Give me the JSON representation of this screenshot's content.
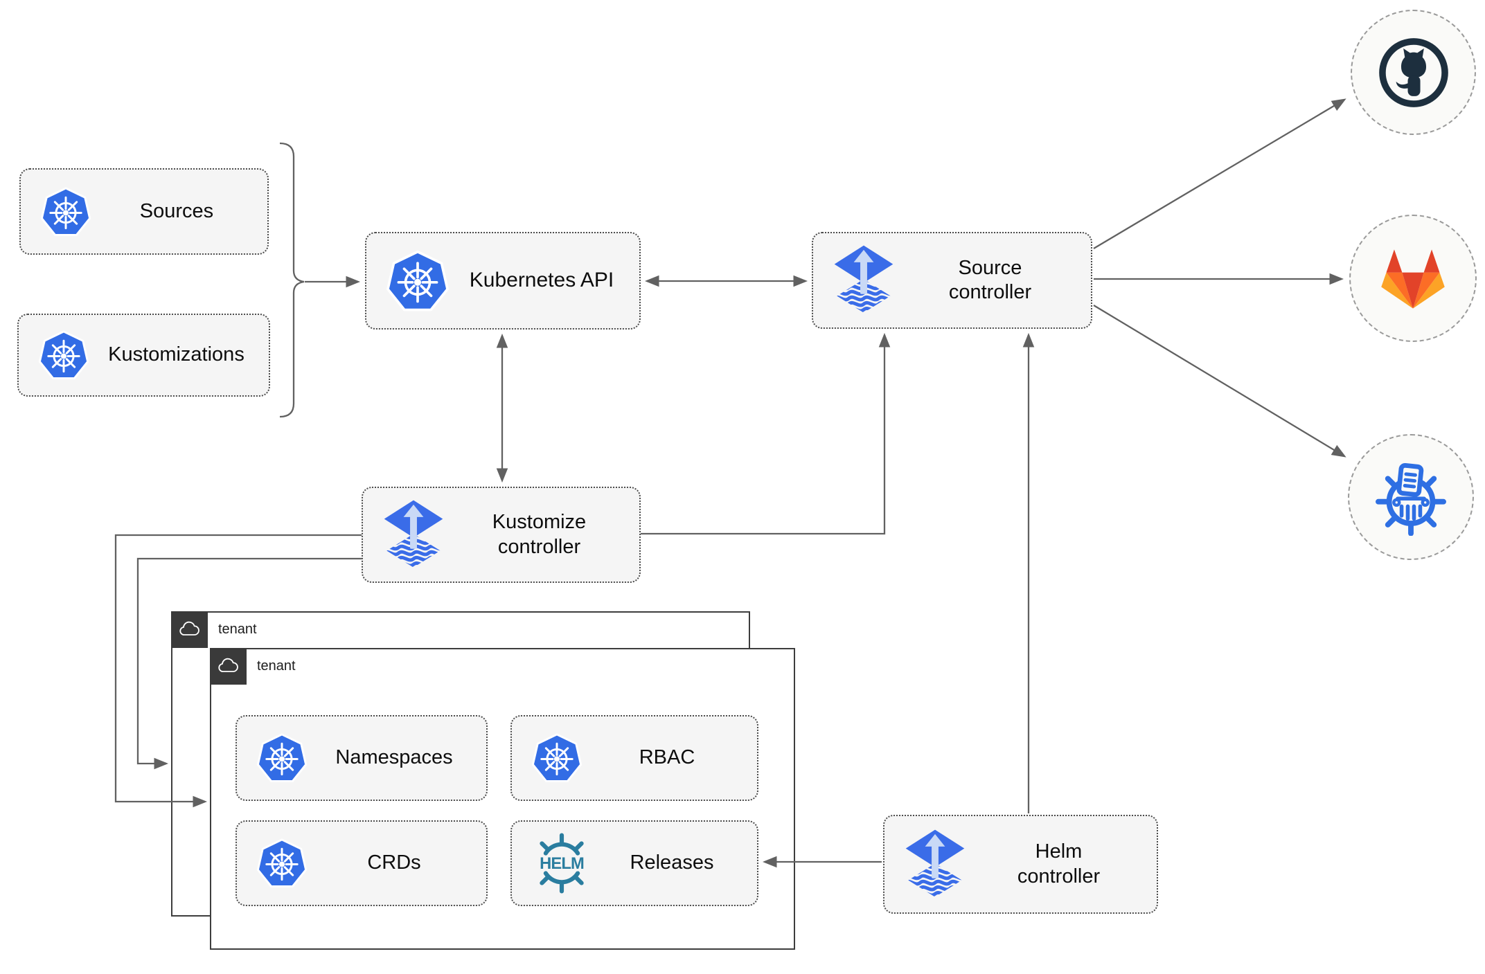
{
  "nodes": {
    "sources": {
      "label": "Sources",
      "icon": "kubernetes"
    },
    "kustomizations": {
      "label": "Kustomizations",
      "icon": "kubernetes"
    },
    "kubernetes_api": {
      "label": "Kubernetes API",
      "icon": "kubernetes"
    },
    "source_controller": {
      "label": "Source controller",
      "icon": "flux"
    },
    "kustomize_controller": {
      "label": "Kustomize controller",
      "icon": "flux"
    },
    "helm_controller": {
      "label": "Helm controller",
      "icon": "flux"
    },
    "namespaces": {
      "label": "Namespaces",
      "icon": "kubernetes"
    },
    "rbac": {
      "label": "RBAC",
      "icon": "kubernetes"
    },
    "crds": {
      "label": "CRDs",
      "icon": "kubernetes"
    },
    "releases": {
      "label": "Releases",
      "icon": "helm"
    }
  },
  "groups": {
    "tenant_back": {
      "label": "tenant",
      "icon": "cloud"
    },
    "tenant_front": {
      "label": "tenant",
      "icon": "cloud"
    }
  },
  "endpoints": {
    "github": {
      "icon": "github"
    },
    "gitlab": {
      "icon": "gitlab"
    },
    "registry": {
      "icon": "registry"
    }
  },
  "helm_logo_text": "HELM",
  "colors": {
    "kubernetes_blue": "#326ce5",
    "flux_blue": "#3a6ce8",
    "flux_arrow_light": "#c9d9f6",
    "helm_teal": "#2a7d9f",
    "github_dark": "#1d2f3e",
    "gitlab_red": "#e24329",
    "gitlab_orange": "#fc6d26",
    "gitlab_yellow": "#fca326",
    "registry_blue": "#2e6fe3",
    "node_fill": "#f5f5f5",
    "node_border": "#4c4c4c",
    "connector_gray": "#616161",
    "tenant_border": "#3d3d3d",
    "tenant_chip": "#3a3a3a",
    "endpoint_fill": "#fafaf8"
  }
}
